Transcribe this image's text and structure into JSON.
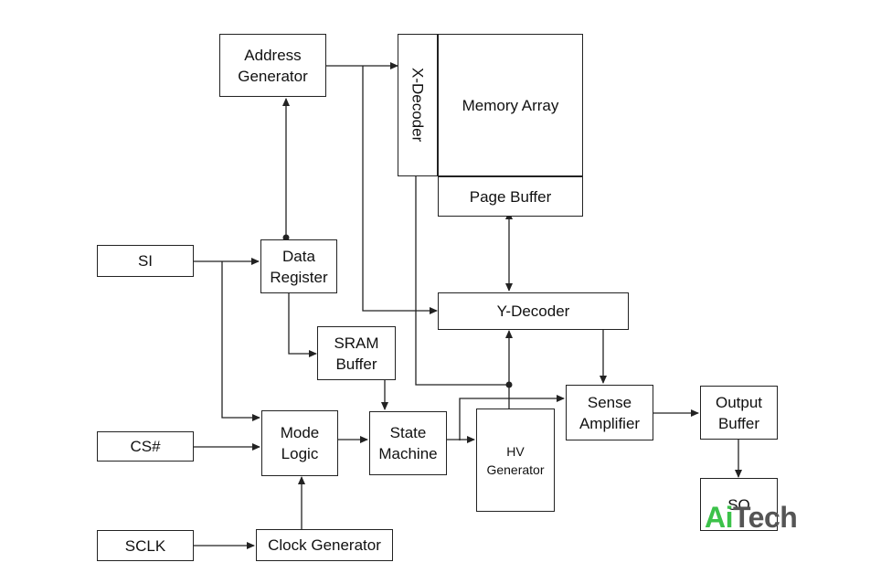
{
  "blocks": {
    "address_generator": "Address\nGenerator",
    "x_decoder": "X-Decoder",
    "memory_array": "Memory Array",
    "page_buffer": "Page Buffer",
    "si": "SI",
    "data_register": "Data\nRegister",
    "y_decoder": "Y-Decoder",
    "sram_buffer": "SRAM\nBuffer",
    "sense_amplifier": "Sense\nAmplifier",
    "output_buffer": "Output\nBuffer",
    "cs": "CS#",
    "mode_logic": "Mode\nLogic",
    "state_machine": "State\nMachine",
    "hv_generator": "HV\nGenerator",
    "so": "SO",
    "sclk": "SCLK",
    "clock_generator": "Clock Generator"
  },
  "watermark": {
    "ai": "Ai",
    "tech": "Tech"
  }
}
